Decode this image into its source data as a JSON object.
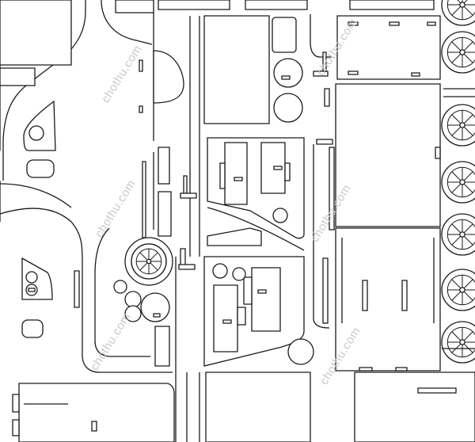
{
  "watermark": {
    "text": "chothu.com",
    "color": "#c9c9c9"
  },
  "drawing": {
    "style": "line-art site plan",
    "line_color": "#1a1a1a",
    "background": "#ffffff"
  },
  "wheel_icons": {
    "count_right_column": 7,
    "count_center": 1,
    "spokes": 8
  }
}
